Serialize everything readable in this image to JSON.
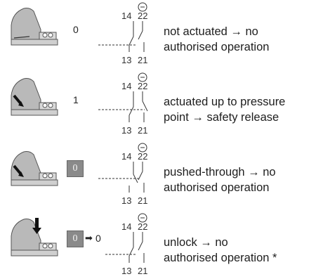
{
  "terminals": {
    "top_left": "14",
    "top_right": "22",
    "bottom_left": "13",
    "bottom_right": "21"
  },
  "rows": [
    {
      "state": "0",
      "state_style": "plain",
      "desc_line1": "not actuated → no",
      "desc_line2": "authorised operation"
    },
    {
      "state": "1",
      "state_style": "plain",
      "desc_line1": "actuated up to pressure",
      "desc_line2": "point → safety release"
    },
    {
      "state": "0",
      "state_style": "boxed",
      "desc_line1": "pushed-through → no",
      "desc_line2": "authorised operation"
    },
    {
      "state": "0",
      "state_style": "boxed",
      "state_after": "0",
      "desc_line1": "unlock → no",
      "desc_line2": "authorised operation *"
    }
  ]
}
